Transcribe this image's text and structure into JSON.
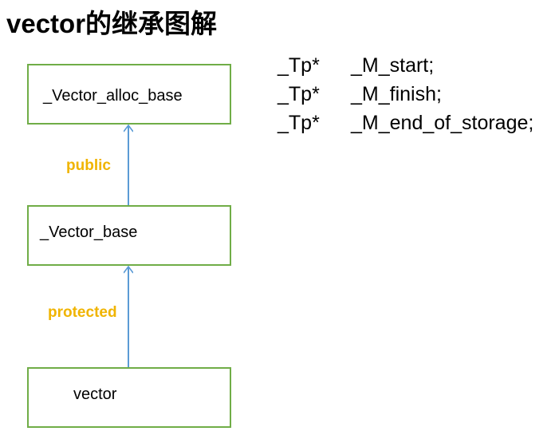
{
  "title": "vector的继承图解",
  "nodes": {
    "alloc_base": "_Vector_alloc_base",
    "vector_base": "_Vector_base",
    "vector": "vector"
  },
  "edges": {
    "base_to_alloc": "public",
    "vector_to_base": "protected"
  },
  "members": [
    {
      "type": "_Tp*",
      "name": "_M_start;"
    },
    {
      "type": "_Tp*",
      "name": "_M_finish;"
    },
    {
      "type": "_Tp*",
      "name": "_M_end_of_storage;"
    }
  ],
  "colors": {
    "box_border": "#70ad47",
    "arrow": "#5b9bd5",
    "edge_label": "#f0b400"
  }
}
